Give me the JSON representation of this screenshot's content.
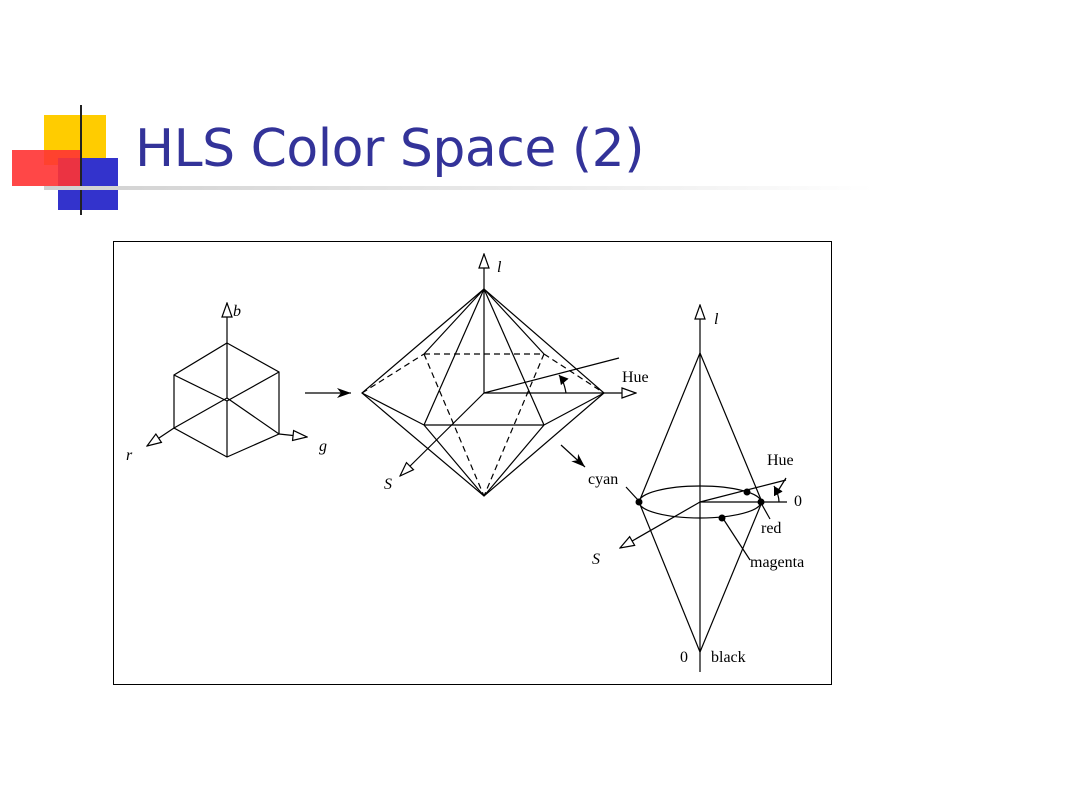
{
  "slide": {
    "title": "HLS Color Space (2)",
    "title_color": "#333399"
  },
  "logo": {
    "icon": "overlapping-squares-logo",
    "colors": {
      "yellow": "#ffcc00",
      "blue": "#3333cc",
      "red": "#ff3333"
    }
  },
  "figure": {
    "rgb_cube": {
      "axis_b": "b",
      "axis_r": "r",
      "axis_g": "g"
    },
    "hexcone": {
      "axis_l": "l",
      "axis_s": "S",
      "hue": "Hue"
    },
    "double_cone": {
      "axis_l": "l",
      "axis_s": "S",
      "hue": "Hue",
      "hue_zero": "0",
      "cyan": "cyan",
      "red": "red",
      "magenta": "magenta",
      "bottom_zero": "0",
      "black": "black"
    }
  }
}
